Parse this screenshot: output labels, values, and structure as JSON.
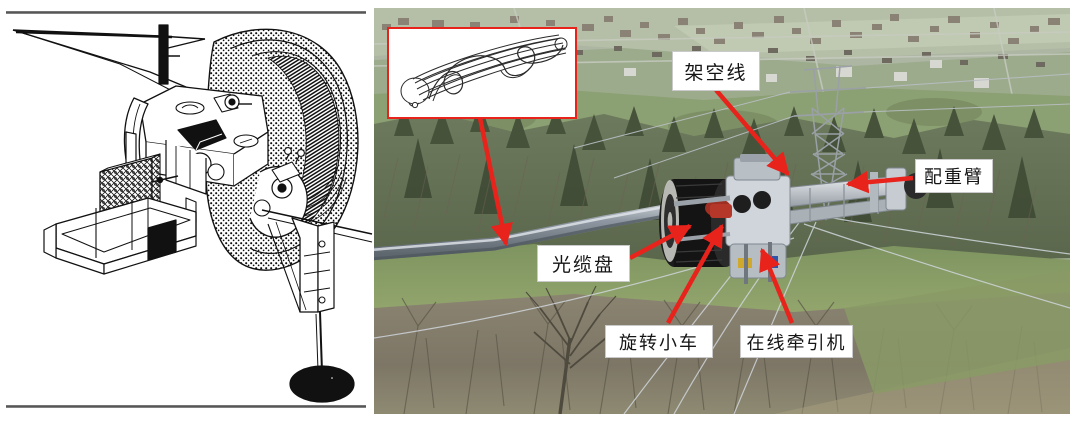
{
  "figure": {
    "left_panel": {
      "kind": "technical-line-drawing",
      "subject": "cable-stringing-winch-machine-isometric-drawing"
    },
    "right_panel": {
      "kind": "aerial-photograph",
      "subject": "helicopter-view-of-overhead-line-optical-cable-wrapping-operation"
    },
    "inset": {
      "kind": "line-drawing",
      "subject": "optical-fibre-cable-helically-wrapped-around-conductor",
      "border_color": "#e8231c"
    }
  },
  "callouts": {
    "overhead_line": "架空线",
    "counterweight_arm": "配重臂",
    "cable_reel": "光缆盘",
    "rotating_trolley": "旋转小车",
    "online_tractor": "在线牵引机"
  },
  "colors": {
    "arrow": "#e8231c",
    "label_bg": "#ffffff",
    "label_text": "#151515",
    "rule": "#555555",
    "page_bg": "#ffffff"
  }
}
